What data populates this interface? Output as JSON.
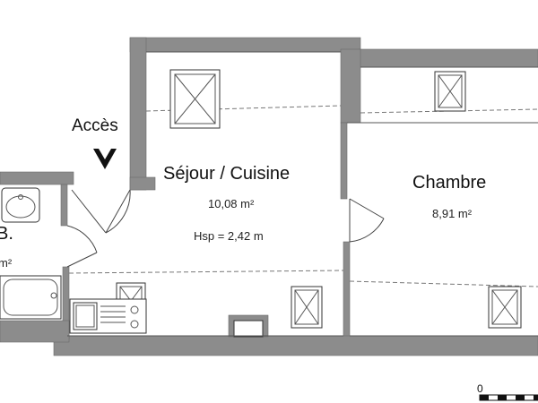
{
  "rooms": {
    "sejour": {
      "name": "Séjour / Cuisine",
      "area": "10,08 m²",
      "height": "Hsp = 2,42 m"
    },
    "chambre": {
      "name": "Chambre",
      "area": "8,91 m²"
    },
    "bathroom": {
      "name_fragment": "B.",
      "area_fragment": "m²"
    }
  },
  "access": {
    "label": "Accès"
  },
  "scale": {
    "label": "0"
  },
  "colors": {
    "wall": "#8c8c8c",
    "line": "#555555"
  }
}
